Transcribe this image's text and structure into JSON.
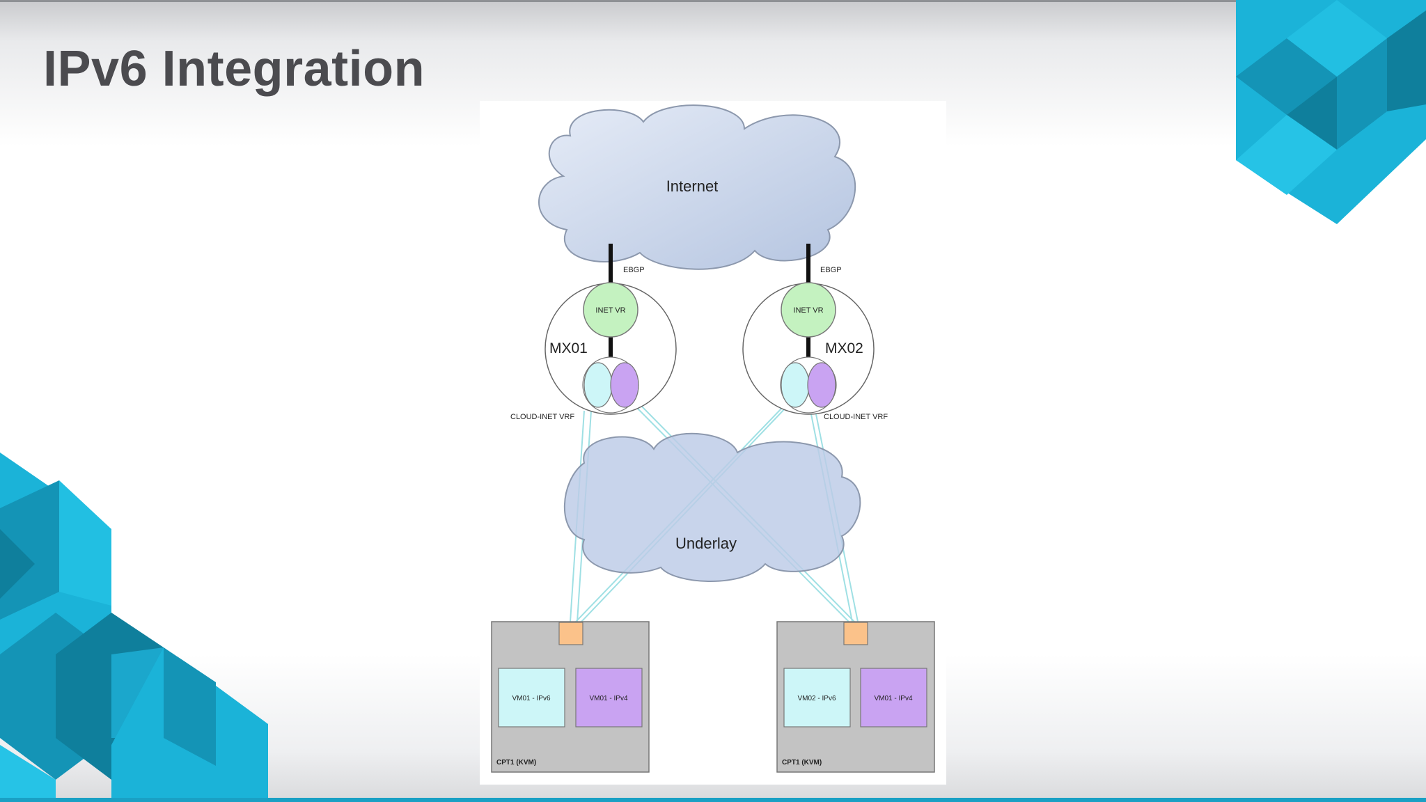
{
  "slide": {
    "title": "IPv6 Integration"
  },
  "theme": {
    "accent": "#1bb3d8",
    "accent_dark": "#0f7f9c",
    "title_color": "#4b4b4f"
  },
  "diagram": {
    "internet_label": "Internet",
    "underlay_label": "Underlay",
    "routers": [
      {
        "name": "MX01",
        "ebgp": "EBGP",
        "vr": "INET VR",
        "vrf": "CLOUD-INET VRF"
      },
      {
        "name": "MX02",
        "ebgp": "EBGP",
        "vr": "INET VR",
        "vrf": "CLOUD-INET VRF"
      }
    ],
    "hosts": [
      {
        "name": "CPT1 (KVM)",
        "vm_v6": "VM01 - IPv6",
        "vm_v4": "VM01 - IPv4"
      },
      {
        "name": "CPT1 (KVM)",
        "vm_v6": "VM02 - IPv6",
        "vm_v4": "VM01 - IPv4"
      }
    ],
    "colors": {
      "cloud_fill": "#c9d5ea",
      "vr_fill": "#c4f2c0",
      "v6_fill": "#cdf6f8",
      "v4_fill": "#c9a3f2",
      "host_fill": "#c3c3c3",
      "port_fill": "#fbc28a",
      "link": "#9fe0e4"
    }
  }
}
